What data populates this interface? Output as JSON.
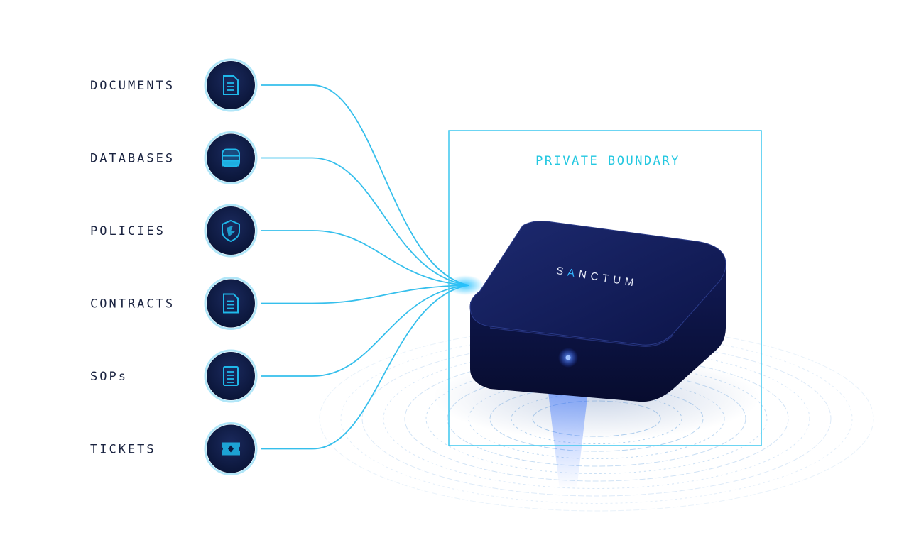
{
  "sources": [
    {
      "label": "DOCUMENTS",
      "icon": "document-icon"
    },
    {
      "label": "DATABASES",
      "icon": "database-icon"
    },
    {
      "label": "POLICIES",
      "icon": "shield-icon"
    },
    {
      "label": "CONTRACTS",
      "icon": "contract-icon"
    },
    {
      "label": "SOPs",
      "icon": "list-document-icon"
    },
    {
      "label": "TICKETS",
      "icon": "ticket-icon"
    }
  ],
  "boundary": {
    "label": "PRIVATE BOUNDARY"
  },
  "device": {
    "brand_prefix": "S",
    "brand_accent": "A",
    "brand_suffix": "NCTUM"
  },
  "colors": {
    "accent": "#1fb8ea",
    "boundary_text": "#22c7e0",
    "circle_fill": "#0b1940",
    "label_text": "#1a2340",
    "device": "#101a52",
    "led": "#3a6bff"
  }
}
